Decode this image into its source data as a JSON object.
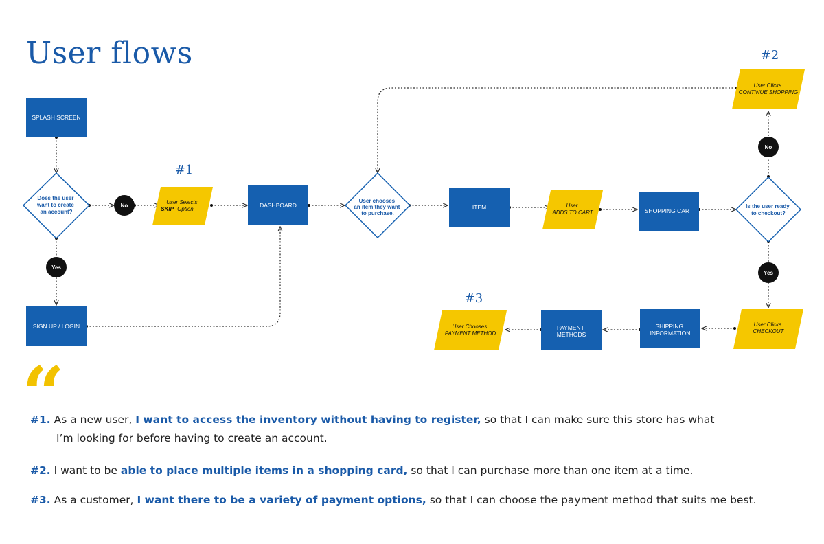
{
  "title": "User flows",
  "colors": {
    "blue": "#1560b0",
    "yellow": "#f5c700",
    "black": "#111111",
    "line": "#333333"
  },
  "flow": {
    "nodes": {
      "splash": "SPLASH SCREEN",
      "q_account": [
        "Does the user",
        "want to create",
        "an account?"
      ],
      "no1": "No",
      "skip": [
        "User Selects",
        "SKIP",
        "Option"
      ],
      "dashboard": "DASHBOARD",
      "q_item": [
        "User chooses",
        "an item they want",
        "to purchase."
      ],
      "item": "ITEM",
      "add_cart": [
        "User",
        "ADDS TO CART"
      ],
      "shopping_cart": "SHOPPING CART",
      "q_ready": [
        "Is the user ready",
        "to checkout?"
      ],
      "no2": "No",
      "continue": [
        "User Clicks",
        "CONTINUE SHOPPING"
      ],
      "yes1": "Yes",
      "signup": "SIGN UP / LOGIN",
      "yes2": "Yes",
      "checkout": [
        "User Clicks",
        "CHECKOUT"
      ],
      "shipping": [
        "SHIPPING",
        "INFORMATION"
      ],
      "payment_methods": [
        "PAYMENT",
        "METHODS"
      ],
      "choose_payment": [
        "User Chooses",
        "PAYMENT METHOD"
      ]
    },
    "labels": {
      "n1": "#1",
      "n2": "#2",
      "n3": "#3"
    }
  },
  "quote_mark": "“",
  "stories": [
    {
      "tag": "#1.",
      "pre": " As a new user, ",
      "highlight": "I want to access the inventory without having to register,",
      "post": " so that I can make sure this store has what",
      "cont": "I’m looking for before having to create an account."
    },
    {
      "tag": "#2.",
      "pre": " I want to be ",
      "highlight": "able to place multiple items in a shopping card,",
      "post": " so that I can purchase more than one item at a time."
    },
    {
      "tag": "#3.",
      "pre": " As a customer, ",
      "highlight": "I want there to be a variety of payment options,",
      "post": " so that I can choose the payment method that suits me best."
    }
  ]
}
